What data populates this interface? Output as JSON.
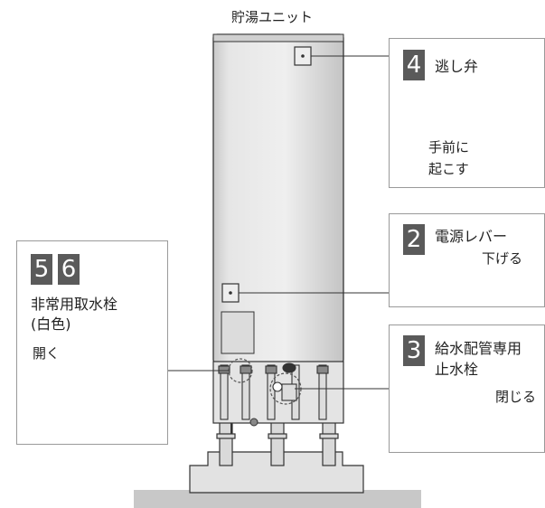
{
  "title": "貯湯ユニット",
  "callouts": {
    "relief_valve": {
      "step": "4",
      "label": "逃し弁",
      "action_line1": "手前に",
      "action_line2": "起こす"
    },
    "power_lever": {
      "step": "2",
      "label": "電源レバー",
      "action": "下げる"
    },
    "supply_valve": {
      "step": "3",
      "label_line1": "給水配管専用",
      "label_line2": "止水栓",
      "action": "閉じる"
    },
    "emergency_tap": {
      "steps": [
        "5",
        "6"
      ],
      "label_line1": "非常用取水栓",
      "label_line2": "(白色)",
      "action": "開く"
    }
  }
}
